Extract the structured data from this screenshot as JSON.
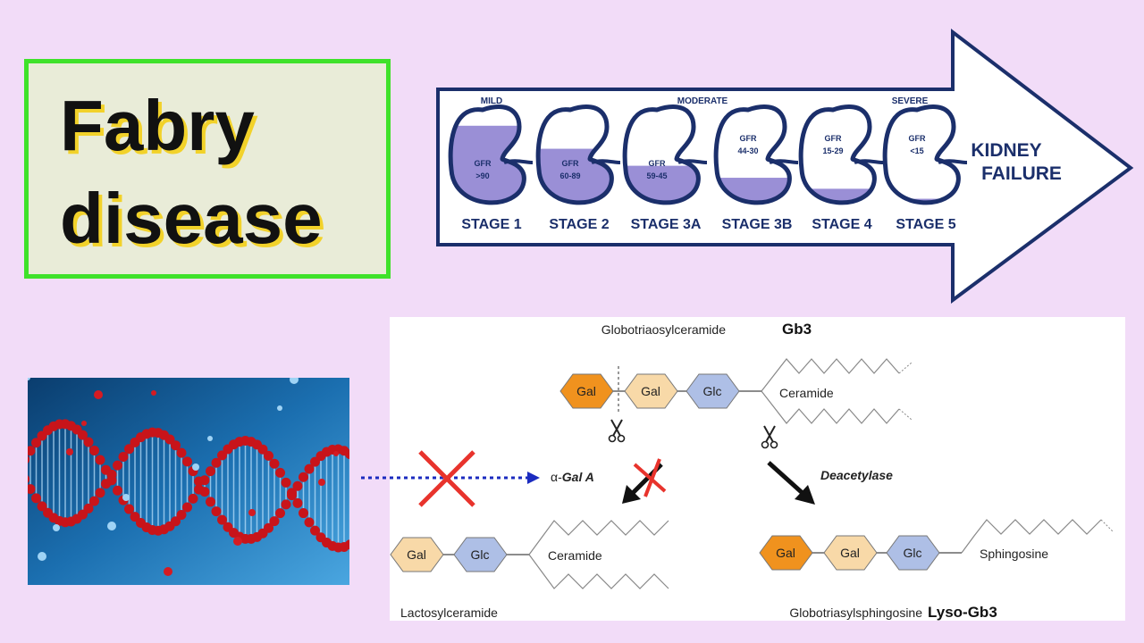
{
  "title": {
    "line1": "Fabry",
    "line2": "disease"
  },
  "ckd_arrow": {
    "severity_labels": {
      "mild": "MILD",
      "moderate": "MODERATE",
      "severe": "SEVERE"
    },
    "end_label_line1": "KIDNEY",
    "end_label_line2": "FAILURE",
    "stages": [
      {
        "stage": "STAGE 1",
        "gfr_label": "GFR",
        "gfr_value": ">90",
        "fill_fraction": 0.85
      },
      {
        "stage": "STAGE 2",
        "gfr_label": "GFR",
        "gfr_value": "60-89",
        "fill_fraction": 0.62
      },
      {
        "stage": "STAGE 3A",
        "gfr_label": "GFR",
        "gfr_value": "59-45",
        "fill_fraction": 0.45
      },
      {
        "stage": "STAGE 3B",
        "gfr_label": "GFR",
        "gfr_value": "44-30",
        "fill_fraction": 0.33
      },
      {
        "stage": "STAGE 4",
        "gfr_label": "GFR",
        "gfr_value": "15-29",
        "fill_fraction": 0.22
      },
      {
        "stage": "STAGE 5",
        "gfr_label": "GFR",
        "gfr_value": "<15",
        "fill_fraction": 0.12
      }
    ]
  },
  "pathway": {
    "gb3_label": "Globotriaosylceramide",
    "gb3_abbrev": "Gb3",
    "sugars": {
      "gal": "Gal",
      "glc": "Glc"
    },
    "ceramide": "Ceramide",
    "enzyme_label_prefix": "α-",
    "enzyme_label": "Gal A",
    "deacetylase": "Deacetylase",
    "lactosyl_label": "Lactosylceramide",
    "sphingosine": "Sphingosine",
    "lyso_label": "Globotriasylsphingosine",
    "lyso_abbrev": "Lyso-Gb3"
  },
  "colors": {
    "background": "#f2dcf8",
    "title_border": "#3fe22a",
    "title_shadow": "#f2d22a",
    "arrow_outline": "#1b2f6b",
    "kidney_fill": "#9a8fd6",
    "gal_dark": "#f0921e",
    "gal_light": "#f8d9a8",
    "glc": "#aebfe6",
    "cross_red": "#e8332c",
    "dotted_blue": "#1b2bbf"
  }
}
